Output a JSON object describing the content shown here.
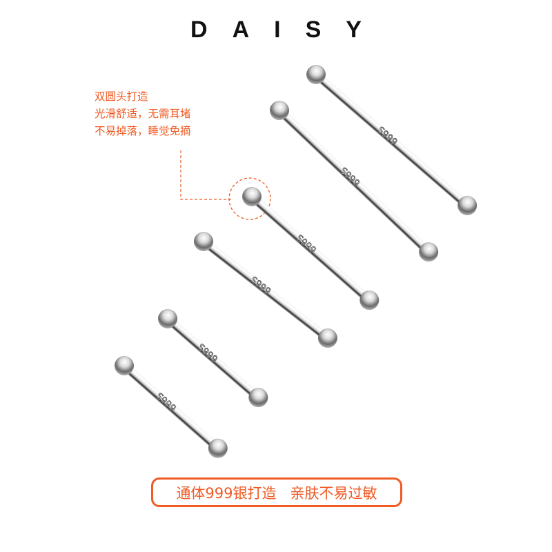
{
  "brand": {
    "name": "DAISY"
  },
  "callout": {
    "lines": [
      "双圆头打造",
      "光滑舒适，无需耳堵",
      "不易掉落，睡觉免摘"
    ],
    "color": "#f05a23"
  },
  "product": {
    "engraving": "S999",
    "item_count": 6,
    "accent_color": "#f05a23"
  },
  "banner": {
    "text": "通体999银打造   亲肤不易过敏",
    "color": "#f05a23"
  }
}
